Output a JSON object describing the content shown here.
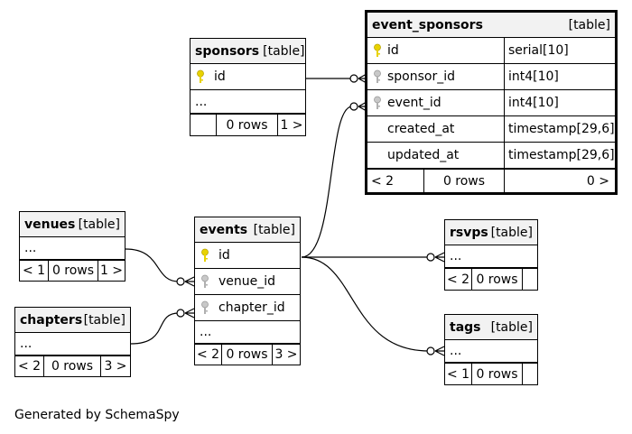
{
  "tables": {
    "event_sponsors": {
      "name": "event_sponsors",
      "kind": "[table]",
      "columns": [
        {
          "name": "id",
          "type": "serial[10]",
          "key": "primary"
        },
        {
          "name": "sponsor_id",
          "type": "int4[10]",
          "key": "foreign"
        },
        {
          "name": "event_id",
          "type": "int4[10]",
          "key": "foreign"
        },
        {
          "name": "created_at",
          "type": "timestamp[29,6]",
          "key": "none"
        },
        {
          "name": "updated_at",
          "type": "timestamp[29,6]",
          "key": "none"
        }
      ],
      "footer": {
        "parents": "< 2",
        "rows": "0 rows",
        "children": "0 >"
      }
    },
    "sponsors": {
      "name": "sponsors",
      "kind": "[table]",
      "columns": [
        {
          "name": "id",
          "key": "primary"
        }
      ],
      "ellipsis": "...",
      "footer": {
        "parents": "",
        "rows": "0 rows",
        "children": "1 >"
      }
    },
    "venues": {
      "name": "venues",
      "kind": "[table]",
      "ellipsis": "...",
      "footer": {
        "parents": "< 1",
        "rows": "0 rows",
        "children": "1 >"
      }
    },
    "chapters": {
      "name": "chapters",
      "kind": "[table]",
      "ellipsis": "...",
      "footer": {
        "parents": "< 2",
        "rows": "0 rows",
        "children": "3 >"
      }
    },
    "events": {
      "name": "events",
      "kind": "[table]",
      "columns": [
        {
          "name": "id",
          "key": "primary"
        },
        {
          "name": "venue_id",
          "key": "foreign"
        },
        {
          "name": "chapter_id",
          "key": "foreign"
        }
      ],
      "ellipsis": "...",
      "footer": {
        "parents": "< 2",
        "rows": "0 rows",
        "children": "3 >"
      }
    },
    "rsvps": {
      "name": "rsvps",
      "kind": "[table]",
      "ellipsis": "...",
      "footer": {
        "parents": "< 2",
        "rows": "0 rows",
        "children": ""
      }
    },
    "tags": {
      "name": "tags",
      "kind": "[table]",
      "ellipsis": "...",
      "footer": {
        "parents": "< 1",
        "rows": "0 rows",
        "children": ""
      }
    }
  },
  "relationships": [
    {
      "from": "sponsors.id",
      "to": "event_sponsors.sponsor_id"
    },
    {
      "from": "events.id",
      "to": "event_sponsors.event_id"
    },
    {
      "from": "events.id",
      "to": "rsvps"
    },
    {
      "from": "events.id",
      "to": "tags"
    },
    {
      "from": "venues",
      "to": "events.venue_id"
    },
    {
      "from": "chapters",
      "to": "events.chapter_id"
    }
  ],
  "colors": {
    "primary_key": "#e8d200",
    "foreign_key": "#b0b0b0",
    "header_bg": "#f2f2f2"
  },
  "footer_text": "Generated by SchemaSpy"
}
